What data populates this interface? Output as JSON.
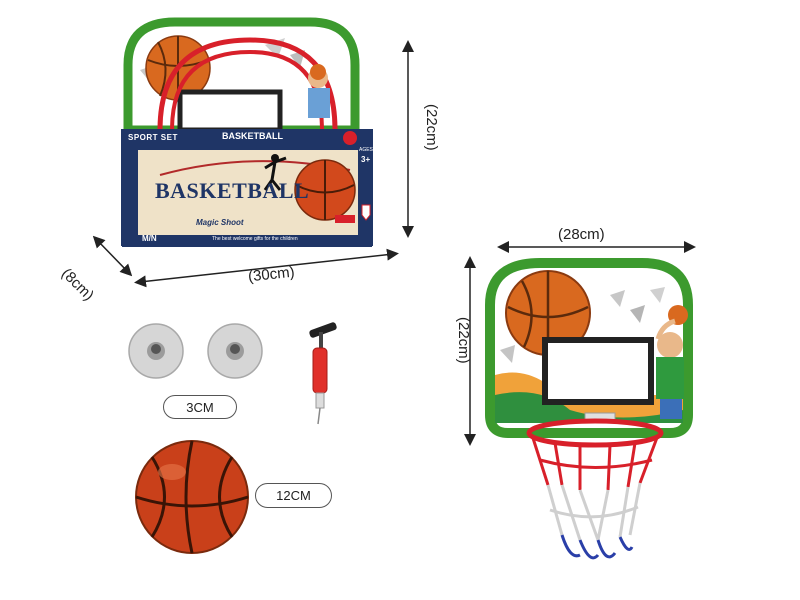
{
  "box": {
    "brand_logo": "M/N",
    "top_tag": "SPORT SET",
    "side_title": "BASKETBALL",
    "title": "BASKETBALL",
    "subtitle": "Magic Shoot",
    "tagline": "The best welcome gifts for the children",
    "age_label": "AGES",
    "age_value": "3+"
  },
  "dimensions": {
    "box_height": "(22cm)",
    "box_depth": "(8cm)",
    "box_width": "(30cm)",
    "board_width": "(28cm)",
    "board_height": "(22cm)"
  },
  "parts": {
    "suction_cup_size": "3CM",
    "ball_size": "12CM"
  },
  "colors": {
    "board_green": "#3c9a2e",
    "box_navy": "#1f3566",
    "ball_orange": "#d2491c",
    "rim_red": "#d8202a",
    "pump_red": "#e0302a"
  }
}
